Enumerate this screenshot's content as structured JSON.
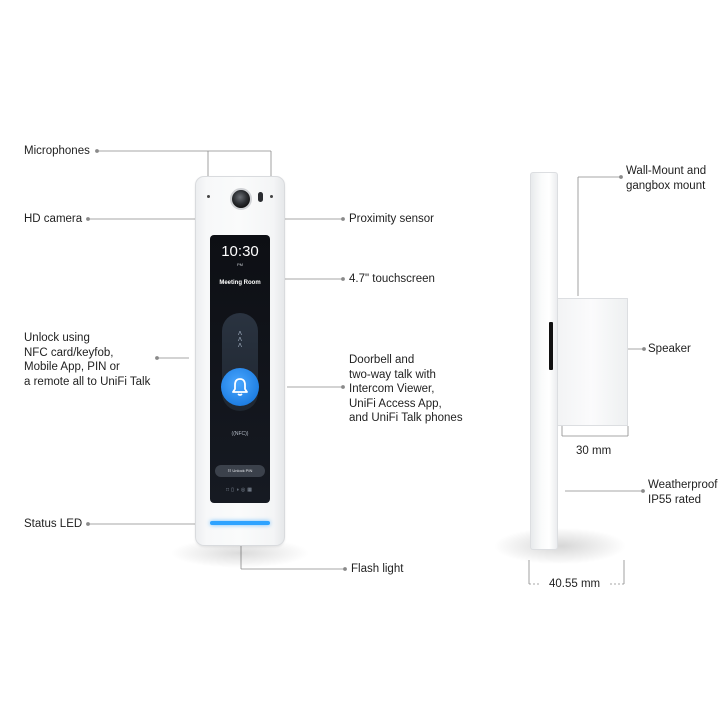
{
  "front_labels": {
    "microphones": "Microphones",
    "hd_camera": "HD camera",
    "proximity_sensor": "Proximity sensor",
    "touchscreen": "4.7\" touchscreen",
    "unlock": "Unlock using\nNFC card/keyfob,\nMobile App, PIN or\na remote all to UniFi Talk",
    "doorbell": "Doorbell and\ntwo-way talk with\nIntercom Viewer,\nUniFi Access  App,\nand UniFi Talk phones",
    "status_led": "Status LED",
    "flash_light": "Flash light"
  },
  "screen": {
    "time": "10:30",
    "ampm": "PM",
    "room": "Meeting Room",
    "nfc": "((NFC))",
    "pin_button": "☷ Unlock PIN",
    "bottom_icons": "□▯◑◎▦"
  },
  "side_labels": {
    "wall_mount": "Wall-Mount and\ngangbox mount",
    "speaker": "Speaker",
    "depth": "30 mm",
    "weatherproof": "Weatherproof\nIP55 rated",
    "width": "40.55 mm"
  },
  "colors": {
    "accent_blue": "#2ea3ff",
    "callout_line": "#8a8a8a"
  }
}
